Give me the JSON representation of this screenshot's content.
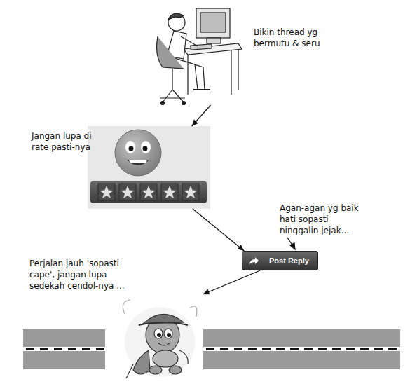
{
  "diagram": {
    "nodes": [
      {
        "text": [
          "Bikin thread yg bermutu & seru"
        ]
      },
      {
        "text": [
          "Jangan lupa di rate pasti-nya"
        ]
      },
      {
        "text": [
          "Post Reply",
          "Agan-agan yg baik hati sopasti ninggalin jejak..."
        ]
      },
      {
        "text": [
          "Perjalan jauh 'sopasti cape', jangan lupa sedekah cendol-nya ..."
        ]
      }
    ],
    "edges": [
      {
        "from": 0,
        "to": 1,
        "arrow": "to"
      },
      {
        "from": 1,
        "to": 2,
        "arrow": "to"
      },
      {
        "from": 2,
        "to": 3,
        "arrow": "to"
      }
    ]
  }
}
